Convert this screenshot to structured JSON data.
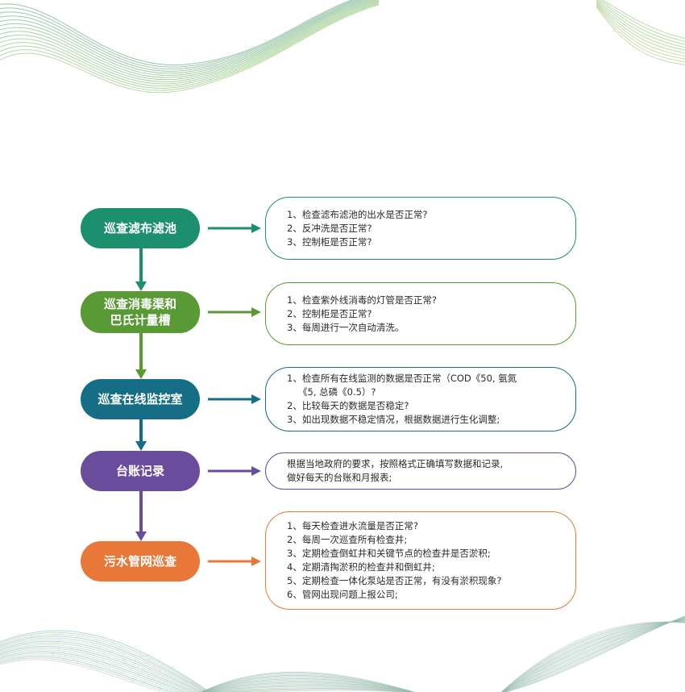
{
  "steps": [
    {
      "label": "巡查滤布滤池",
      "color": "#1c8f6e",
      "items": [
        "1、检查滤布滤池的出水是否正常?",
        "2、反冲洗是否正常?",
        "3、控制柜是否正常?"
      ]
    },
    {
      "label": "巡查消毒渠和\n巴氏计量槽",
      "color": "#5a9a34",
      "items": [
        "1、检查紫外线消毒的灯管是否正常?",
        "2、控制柜是否正常?",
        "3、每周进行一次自动清洗。"
      ]
    },
    {
      "label": "巡查在线监控室",
      "color": "#166e86",
      "items": [
        "1、检查所有在线监测的数据是否正常（COD《50, 氨氮",
        "《5, 总磷《0.5）?",
        "2、比较每天的数据是否稳定?",
        "3、如出现数据不稳定情况，根据数据进行生化调整;"
      ]
    },
    {
      "label": "台账记录",
      "color": "#6a4c9c",
      "items": [
        "根据当地政府的要求，按照格式正确填写数据和记录,",
        "做好每天的台账和月报表;"
      ]
    },
    {
      "label": "污水管网巡查",
      "color": "#e8773a",
      "items": [
        "1、每天检查进水流量是否正常?",
        "2、每周一次巡查所有检查井;",
        "3、定期检查倒虹井和关键节点的检查井是否淤积;",
        "4、定期清掏淤积的检查井和倒虹井;",
        "5、定期检查一体化泵站是否正常，有没有淤积现象?",
        "6、管网出现问题上报公司;"
      ]
    }
  ]
}
